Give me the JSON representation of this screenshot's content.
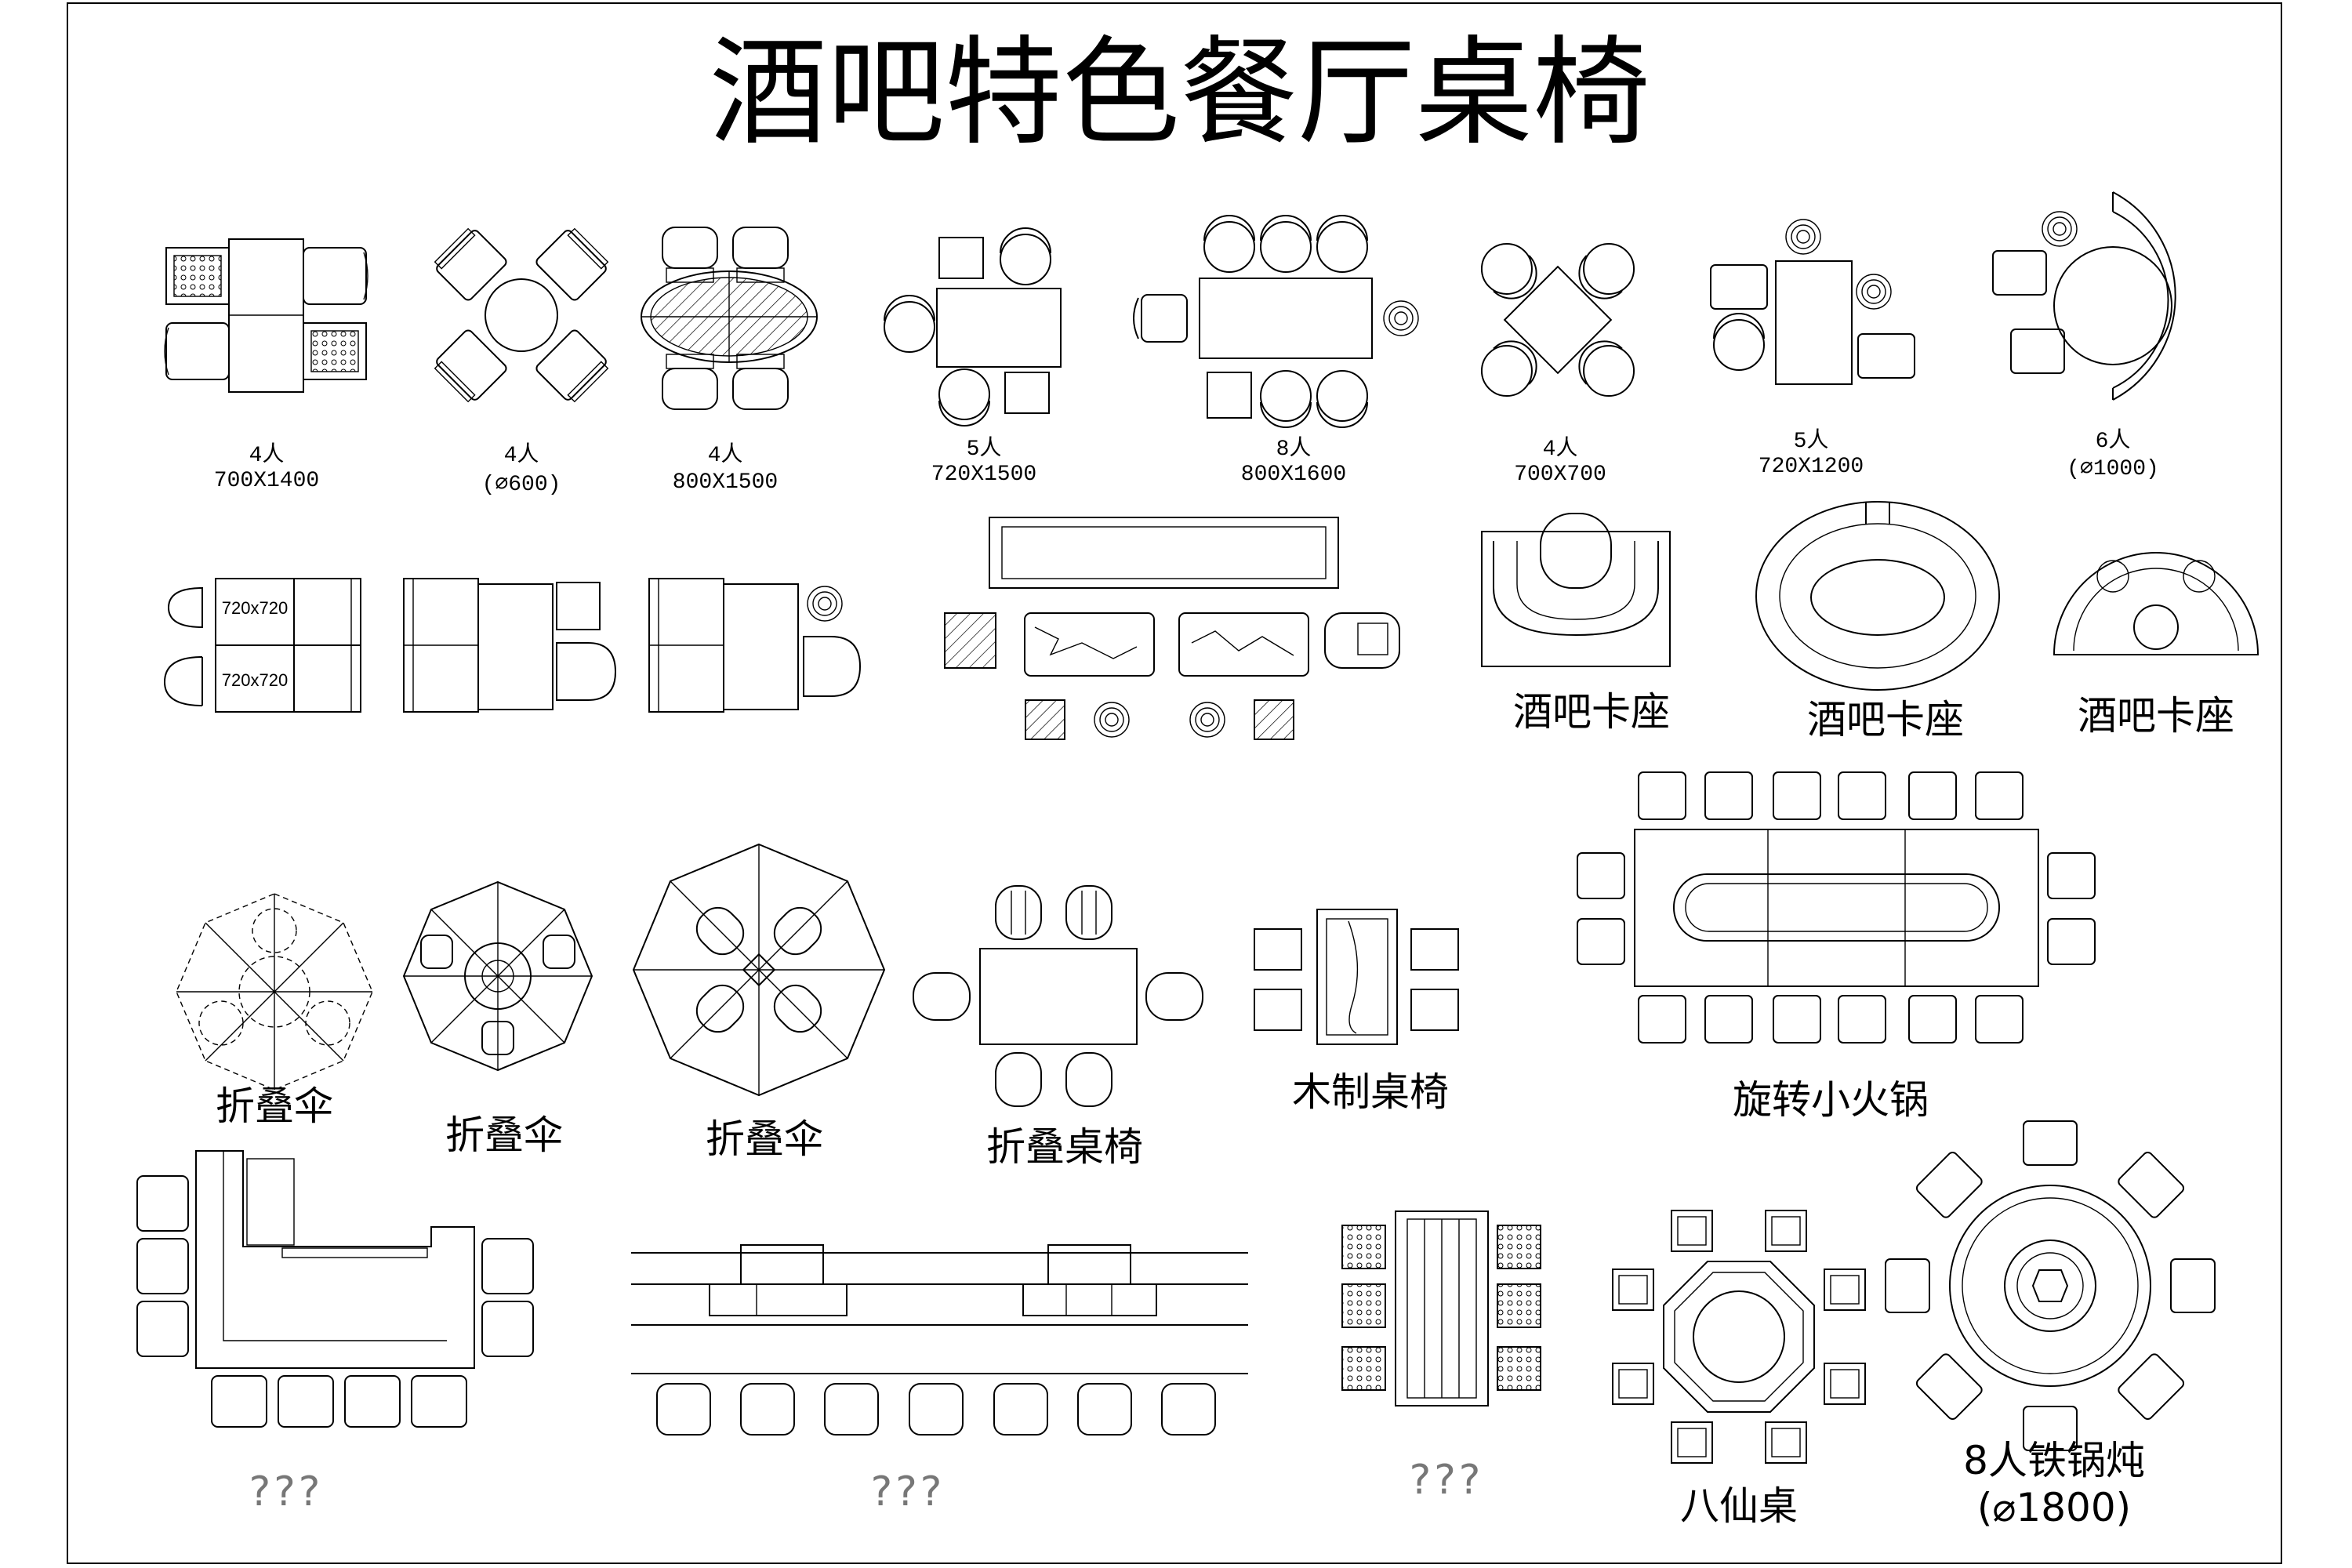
{
  "title": "酒吧特色餐厅桌椅",
  "row1": [
    {
      "line1": "4人",
      "line2": "700X1400"
    },
    {
      "line1": "4人",
      "line2": "(⌀600)"
    },
    {
      "line1": "4人",
      "line2": "800X1500"
    },
    {
      "line1": "5人",
      "line2": "720X1500"
    },
    {
      "line1": "8人",
      "line2": "800X1600"
    },
    {
      "line1": "4人",
      "line2": "700X700"
    },
    {
      "line1": "5人",
      "line2": "720X1200"
    },
    {
      "line1": "6人",
      "line2": "(⌀1000)"
    }
  ],
  "row2": {
    "table_label_a": "720x720",
    "table_label_b": "720x720",
    "booth_1": "酒吧卡座",
    "booth_2": "酒吧卡座",
    "booth_3": "酒吧卡座"
  },
  "row3": {
    "umbrella_1": "折叠伞",
    "umbrella_2": "折叠伞",
    "umbrella_3": "折叠伞",
    "folding_set": "折叠桌椅",
    "wooden_set": "木制桌椅",
    "hotpot": "旋转小火锅"
  },
  "row4": {
    "unknown_1": "???",
    "unknown_2": "???",
    "unknown_3": "???",
    "eight_immortals": "八仙桌",
    "iron_pot_line1": "8人铁锅炖",
    "iron_pot_line2": "(⌀1800)"
  }
}
